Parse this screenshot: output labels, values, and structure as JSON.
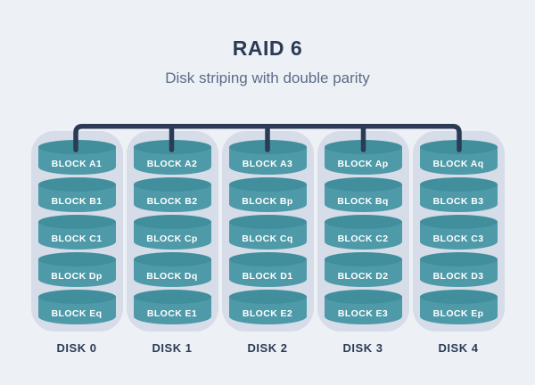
{
  "title": "RAID 6",
  "subtitle": "Disk striping with double parity",
  "disks": [
    {
      "label": "DISK 0",
      "blocks": [
        "BLOCK A1",
        "BLOCK B1",
        "BLOCK C1",
        "BLOCK Dp",
        "BLOCK Eq"
      ]
    },
    {
      "label": "DISK 1",
      "blocks": [
        "BLOCK A2",
        "BLOCK B2",
        "BLOCK Cp",
        "BLOCK Dq",
        "BLOCK E1"
      ]
    },
    {
      "label": "DISK 2",
      "blocks": [
        "BLOCK A3",
        "BLOCK Bp",
        "BLOCK Cq",
        "BLOCK D1",
        "BLOCK E2"
      ]
    },
    {
      "label": "DISK 3",
      "blocks": [
        "BLOCK Ap",
        "BLOCK Bq",
        "BLOCK C2",
        "BLOCK D2",
        "BLOCK E3"
      ]
    },
    {
      "label": "DISK 4",
      "blocks": [
        "BLOCK Aq",
        "BLOCK B3",
        "BLOCK C3",
        "BLOCK D3",
        "BLOCK Ep"
      ]
    }
  ],
  "colors": {
    "background": "#EDF1F6",
    "navy": "#2B3A55",
    "subtitle_text": "#5C6B87",
    "disk_casing": "#D6DCE8",
    "cylinder_body": "#4E9AA8",
    "cylinder_top": "#418E9C",
    "block_text": "#FFFFFF"
  }
}
